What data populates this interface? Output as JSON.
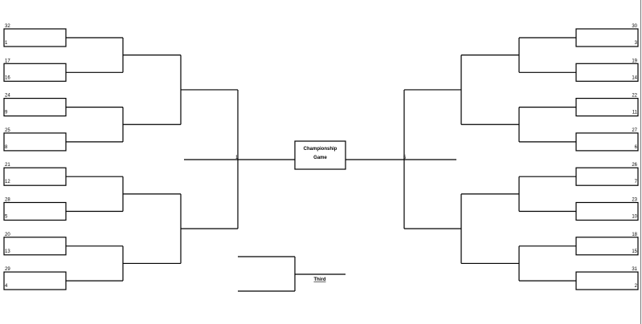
{
  "left_seeds": [
    {
      "top": "32",
      "bottom": "1"
    },
    {
      "top": "17",
      "bottom": "16"
    },
    {
      "top": "24",
      "bottom": "9"
    },
    {
      "top": "25",
      "bottom": "8"
    },
    {
      "top": "21",
      "bottom": "12"
    },
    {
      "top": "28",
      "bottom": "5"
    },
    {
      "top": "20",
      "bottom": "13"
    },
    {
      "top": "29",
      "bottom": "4"
    }
  ],
  "right_seeds": [
    {
      "top": "30",
      "bottom": "3"
    },
    {
      "top": "19",
      "bottom": "14"
    },
    {
      "top": "22",
      "bottom": "11"
    },
    {
      "top": "27",
      "bottom": "6"
    },
    {
      "top": "26",
      "bottom": "7"
    },
    {
      "top": "23",
      "bottom": "10"
    },
    {
      "top": "18",
      "bottom": "15"
    },
    {
      "top": "31",
      "bottom": "2"
    }
  ],
  "championship": {
    "line1": "Championship",
    "line2": "Game"
  },
  "third_label": "Third",
  "semifinal_marks": {
    "left": "1",
    "right": "5"
  }
}
